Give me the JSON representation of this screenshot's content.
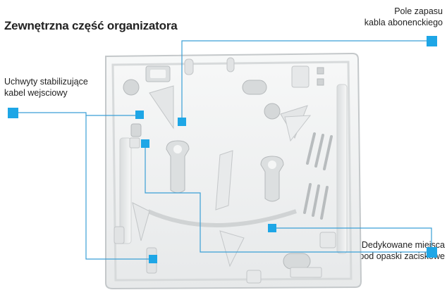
{
  "title": "Zewnętrzna część organizatora",
  "callouts": {
    "cable_holders": {
      "line1": "Uchwyty stabilizujące",
      "line2": "kabel wejsciowy"
    },
    "cable_reserve": {
      "line1": "Pole zapasu",
      "line2": "kabla abonenckiego"
    },
    "cable_ties": {
      "line1": "Dedykowane miejsca",
      "line2": "pod opaski zaciskowe"
    }
  },
  "colors": {
    "marker": "#1ea6e6",
    "leader_line": "#3a9fd6",
    "plastic": "#f2f3f3",
    "plastic_shadow": "#c9cccd",
    "text": "#1f1f1f"
  }
}
